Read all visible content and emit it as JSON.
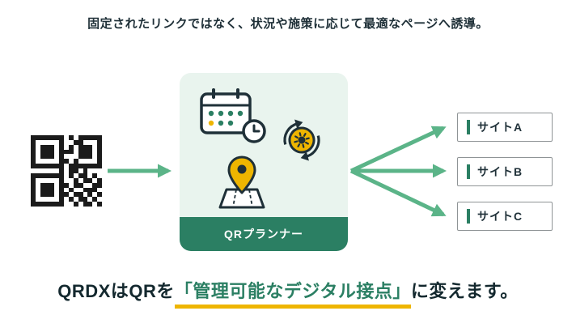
{
  "colors": {
    "accent_green": "#5bb488",
    "dark_green": "#2b7f63",
    "mint": "#e9f4ee",
    "yellow": "#eeb500",
    "text_dark": "#1f3038",
    "box_border": "#8f9496",
    "qr_black": "#1b1b1b"
  },
  "header": {
    "tagline": "固定されたリンクではなく、状況や施策に応じて最適なページへ誘導。"
  },
  "diagram": {
    "qr": {
      "name": "qr-code",
      "matrix": [
        "111111101011111",
        "100000100110001",
        "101110101011101",
        "101110111011101",
        "101110100011101",
        "100000110100001",
        "111111101111111",
        "000000101101000",
        "111111101011010",
        "100000100101101",
        "101110110110011",
        "101110101001110",
        "101110110110101",
        "100000101011010",
        "111111100101101"
      ]
    },
    "card": {
      "title": "QRプランナー",
      "icons": [
        "calendar-icon",
        "clock-icon",
        "refresh-sun-icon",
        "map-pin-icon"
      ]
    },
    "sites": [
      {
        "label": "サイトA"
      },
      {
        "label": "サイトB"
      },
      {
        "label": "サイトC"
      }
    ]
  },
  "footer": {
    "prefix": "QRDXはQRを",
    "highlight": "「管理可能なデジタル接点」",
    "suffix": "に変えます。"
  }
}
